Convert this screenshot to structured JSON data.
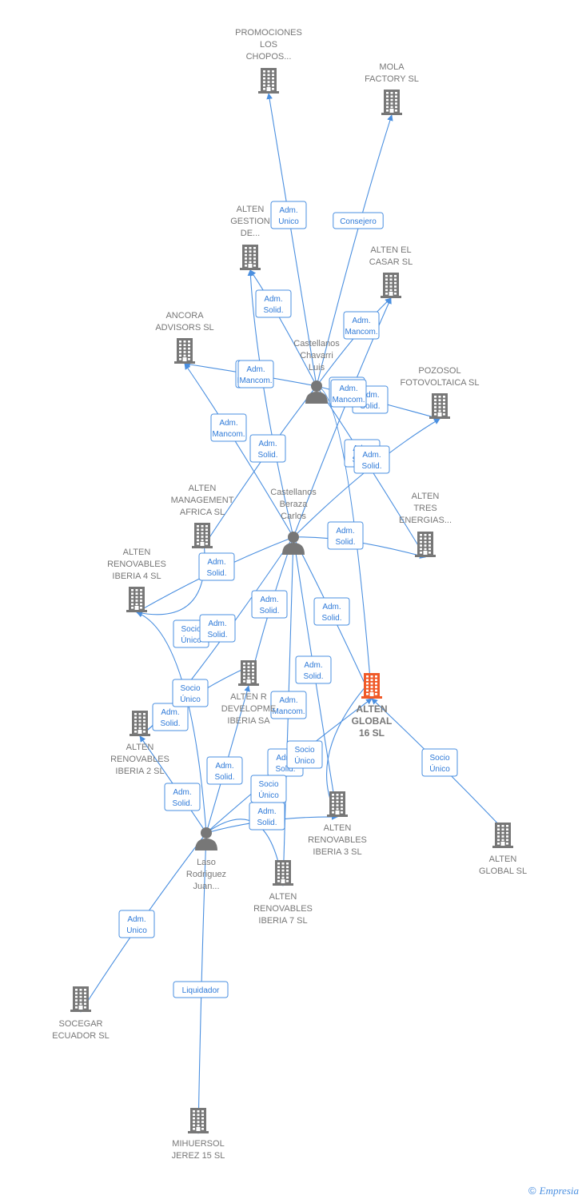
{
  "colors": {
    "edge": "#4a8fe0",
    "company": "#777777",
    "focus_company": "#f05a28",
    "person": "#777777"
  },
  "nodes": [
    {
      "id": "promociones",
      "type": "company",
      "lines": [
        "PROMOCIONES",
        "LOS",
        "CHOPOS..."
      ]
    },
    {
      "id": "mola",
      "type": "company",
      "lines": [
        "MOLA",
        "FACTORY SL"
      ]
    },
    {
      "id": "gestion",
      "type": "company",
      "lines": [
        "ALTEN",
        "GESTION",
        "DE..."
      ]
    },
    {
      "id": "casar",
      "type": "company",
      "lines": [
        "ALTEN EL",
        "CASAR SL"
      ]
    },
    {
      "id": "ancora",
      "type": "company",
      "lines": [
        "ANCORA",
        "ADVISORS  SL"
      ]
    },
    {
      "id": "pozosol",
      "type": "company",
      "lines": [
        "POZOSOL",
        "FOTOVOLTAICA SL"
      ]
    },
    {
      "id": "africa",
      "type": "company",
      "lines": [
        "ALTEN",
        "MANAGEMENT",
        "AFRICA  SL"
      ]
    },
    {
      "id": "tres",
      "type": "company",
      "lines": [
        "ALTEN",
        "TRES",
        "ENERGIAS..."
      ]
    },
    {
      "id": "iberia4",
      "type": "company",
      "lines": [
        "ALTEN",
        "RENOVABLES",
        "IBERIA 4  SL"
      ]
    },
    {
      "id": "development",
      "type": "company",
      "lines": [
        "ALTEN R",
        "DEVELOPME",
        "IBERIA SA"
      ]
    },
    {
      "id": "global16",
      "type": "focus",
      "lines": [
        "ALTEN",
        "GLOBAL",
        "16  SL"
      ]
    },
    {
      "id": "iberia2",
      "type": "company",
      "lines": [
        "ALTEN",
        "RENOVABLES",
        "IBERIA 2  SL"
      ]
    },
    {
      "id": "iberia3",
      "type": "company",
      "lines": [
        "ALTEN",
        "RENOVABLES",
        "IBERIA 3  SL"
      ]
    },
    {
      "id": "globalsl",
      "type": "company",
      "lines": [
        "ALTEN",
        "GLOBAL  SL"
      ]
    },
    {
      "id": "iberia7",
      "type": "company",
      "lines": [
        "ALTEN",
        "RENOVABLES",
        "IBERIA 7  SL"
      ]
    },
    {
      "id": "socegar",
      "type": "company",
      "lines": [
        "SOCEGAR",
        "ECUADOR SL"
      ]
    },
    {
      "id": "mihuersol",
      "type": "company",
      "lines": [
        "MIHUERSOL",
        "JEREZ 15 SL"
      ]
    },
    {
      "id": "chavarri",
      "type": "person",
      "lines": [
        "Castellanos",
        "Chavarri",
        "Luis"
      ]
    },
    {
      "id": "beraza",
      "type": "person",
      "lines": [
        "Castellanos",
        "Beraza",
        "Carlos"
      ]
    },
    {
      "id": "laso",
      "type": "person",
      "lines": [
        "Laso",
        "Rodriguez",
        "Juan..."
      ]
    }
  ],
  "edges": [
    {
      "from": "chavarri",
      "to": "promociones",
      "label": [
        "Adm.",
        "Unico"
      ]
    },
    {
      "from": "chavarri",
      "to": "mola",
      "label": [
        "Consejero"
      ]
    },
    {
      "from": "chavarri",
      "to": "gestion",
      "label": [
        "Adm.",
        "Solid."
      ]
    },
    {
      "from": "chavarri",
      "to": "casar",
      "label": [
        "Adm.",
        "Mancom."
      ]
    },
    {
      "from": "chavarri",
      "to": "ancora",
      "label": [
        "Adm.",
        "Mancom."
      ]
    },
    {
      "from": "chavarri",
      "to": "pozosol",
      "label": [
        "Adm.",
        "Solid."
      ]
    },
    {
      "from": "chavarri",
      "to": "africa",
      "label": [
        "Adm.",
        "Solid."
      ]
    },
    {
      "from": "chavarri",
      "to": "tres",
      "label": [
        "Adm.",
        "Solid."
      ]
    },
    {
      "from": "chavarri",
      "to": "global16",
      "label": [
        "Adm.",
        "Solid."
      ]
    },
    {
      "from": "beraza",
      "to": "gestion",
      "label": [
        "Adm.",
        "Mancom."
      ]
    },
    {
      "from": "beraza",
      "to": "ancora",
      "label": [
        "Adm.",
        "Mancom."
      ]
    },
    {
      "from": "beraza",
      "to": "casar",
      "label": [
        "Adm.",
        "Mancom."
      ]
    },
    {
      "from": "beraza",
      "to": "pozosol",
      "label": [
        "Adm.",
        "Solid."
      ]
    },
    {
      "from": "beraza",
      "to": "tres",
      "label": [
        "Adm.",
        "Solid."
      ]
    },
    {
      "from": "beraza",
      "to": "iberia4",
      "label": [
        "Adm.",
        "Solid."
      ]
    },
    {
      "from": "beraza",
      "to": "development",
      "label": [
        "Adm.",
        "Solid."
      ]
    },
    {
      "from": "beraza",
      "to": "global16",
      "label": [
        "Adm.",
        "Solid."
      ]
    },
    {
      "from": "beraza",
      "to": "iberia2",
      "label": [
        "Adm.",
        "Solid."
      ]
    },
    {
      "from": "beraza",
      "to": "iberia3",
      "label": [
        "Adm.",
        "Solid."
      ]
    },
    {
      "from": "beraza",
      "to": "iberia7",
      "label": [
        "Adm.",
        "Mancom."
      ]
    },
    {
      "from": "laso",
      "to": "iberia4",
      "label": [
        "Socio",
        "Único"
      ]
    },
    {
      "from": "laso",
      "to": "development",
      "label": [
        "Adm.",
        "Solid."
      ]
    },
    {
      "from": "laso",
      "to": "iberia2",
      "label": [
        "Adm.",
        "Solid."
      ]
    },
    {
      "from": "laso",
      "to": "global16",
      "label": [
        "Adm.",
        "Solid."
      ]
    },
    {
      "from": "laso",
      "to": "iberia3",
      "label": [
        "Adm.",
        "Solid."
      ]
    },
    {
      "from": "laso",
      "to": "iberia7",
      "label": [
        "Socio",
        "Único"
      ]
    },
    {
      "from": "laso",
      "to": "socegar",
      "label": [
        "Adm.",
        "Unico"
      ]
    },
    {
      "from": "laso",
      "to": "mihuersol",
      "label": [
        "Liquidador"
      ]
    },
    {
      "from": "global16",
      "to": "iberia3",
      "label": [
        "Socio",
        "Único"
      ]
    },
    {
      "from": "globalsl",
      "to": "global16",
      "label": [
        "Socio",
        "Único"
      ]
    },
    {
      "from": "development",
      "to": "iberia2",
      "label": [
        "Socio",
        "Único"
      ]
    },
    {
      "from": "africa",
      "to": "iberia4",
      "label": [
        "Adm.",
        "Solid."
      ]
    }
  ],
  "footer": {
    "copyright": "©",
    "brand": "Empresia"
  }
}
